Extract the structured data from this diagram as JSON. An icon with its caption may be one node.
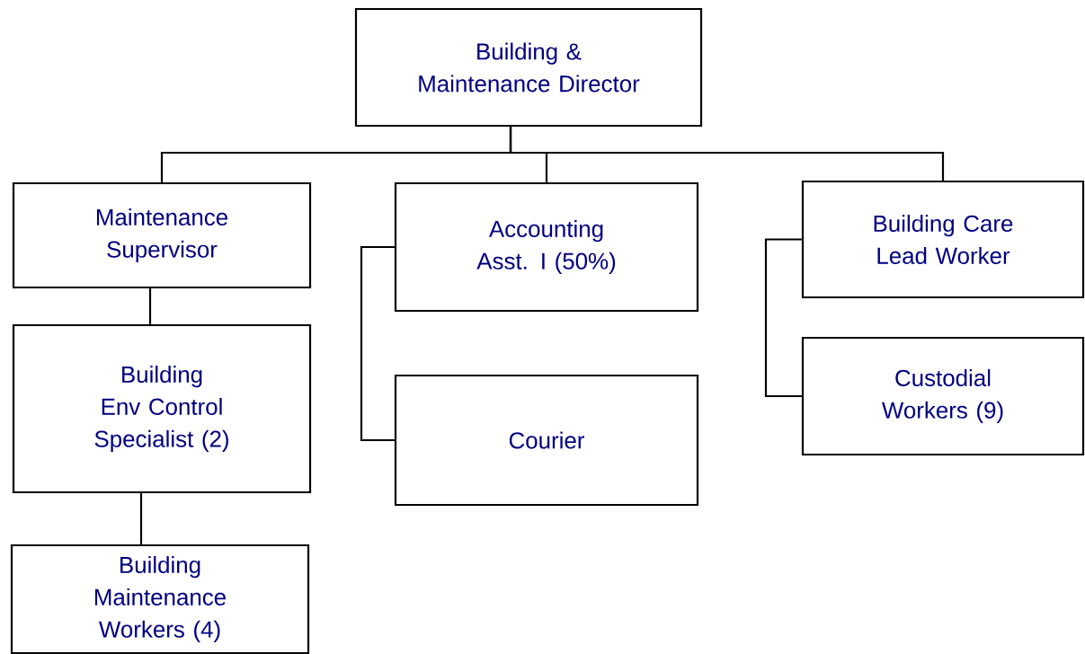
{
  "diagram": {
    "nodes": [
      {
        "text": [
          "Building & Maintenance Director"
        ]
      },
      {
        "text": [
          "Maintenance Supervisor"
        ]
      },
      {
        "text": [
          "Accounting Asst. I (50%)"
        ]
      },
      {
        "text": [
          "Building Care Lead Worker"
        ]
      },
      {
        "text": [
          "Building Env Control Specialist (2)"
        ]
      },
      {
        "text": [
          "Courier"
        ]
      },
      {
        "text": [
          "Custodial Workers (9)"
        ]
      },
      {
        "text": [
          "Building Maintenance Workers (4)"
        ]
      }
    ],
    "edges": [
      {
        "from": 0,
        "to": 1,
        "arrow": "none"
      },
      {
        "from": 0,
        "to": 2,
        "arrow": "none"
      },
      {
        "from": 0,
        "to": 3,
        "arrow": "none"
      },
      {
        "from": 1,
        "to": 4,
        "arrow": "none"
      },
      {
        "from": 4,
        "to": 7,
        "arrow": "none"
      },
      {
        "from": 2,
        "to": 5,
        "arrow": "none"
      },
      {
        "from": 3,
        "to": 6,
        "arrow": "none"
      }
    ]
  }
}
